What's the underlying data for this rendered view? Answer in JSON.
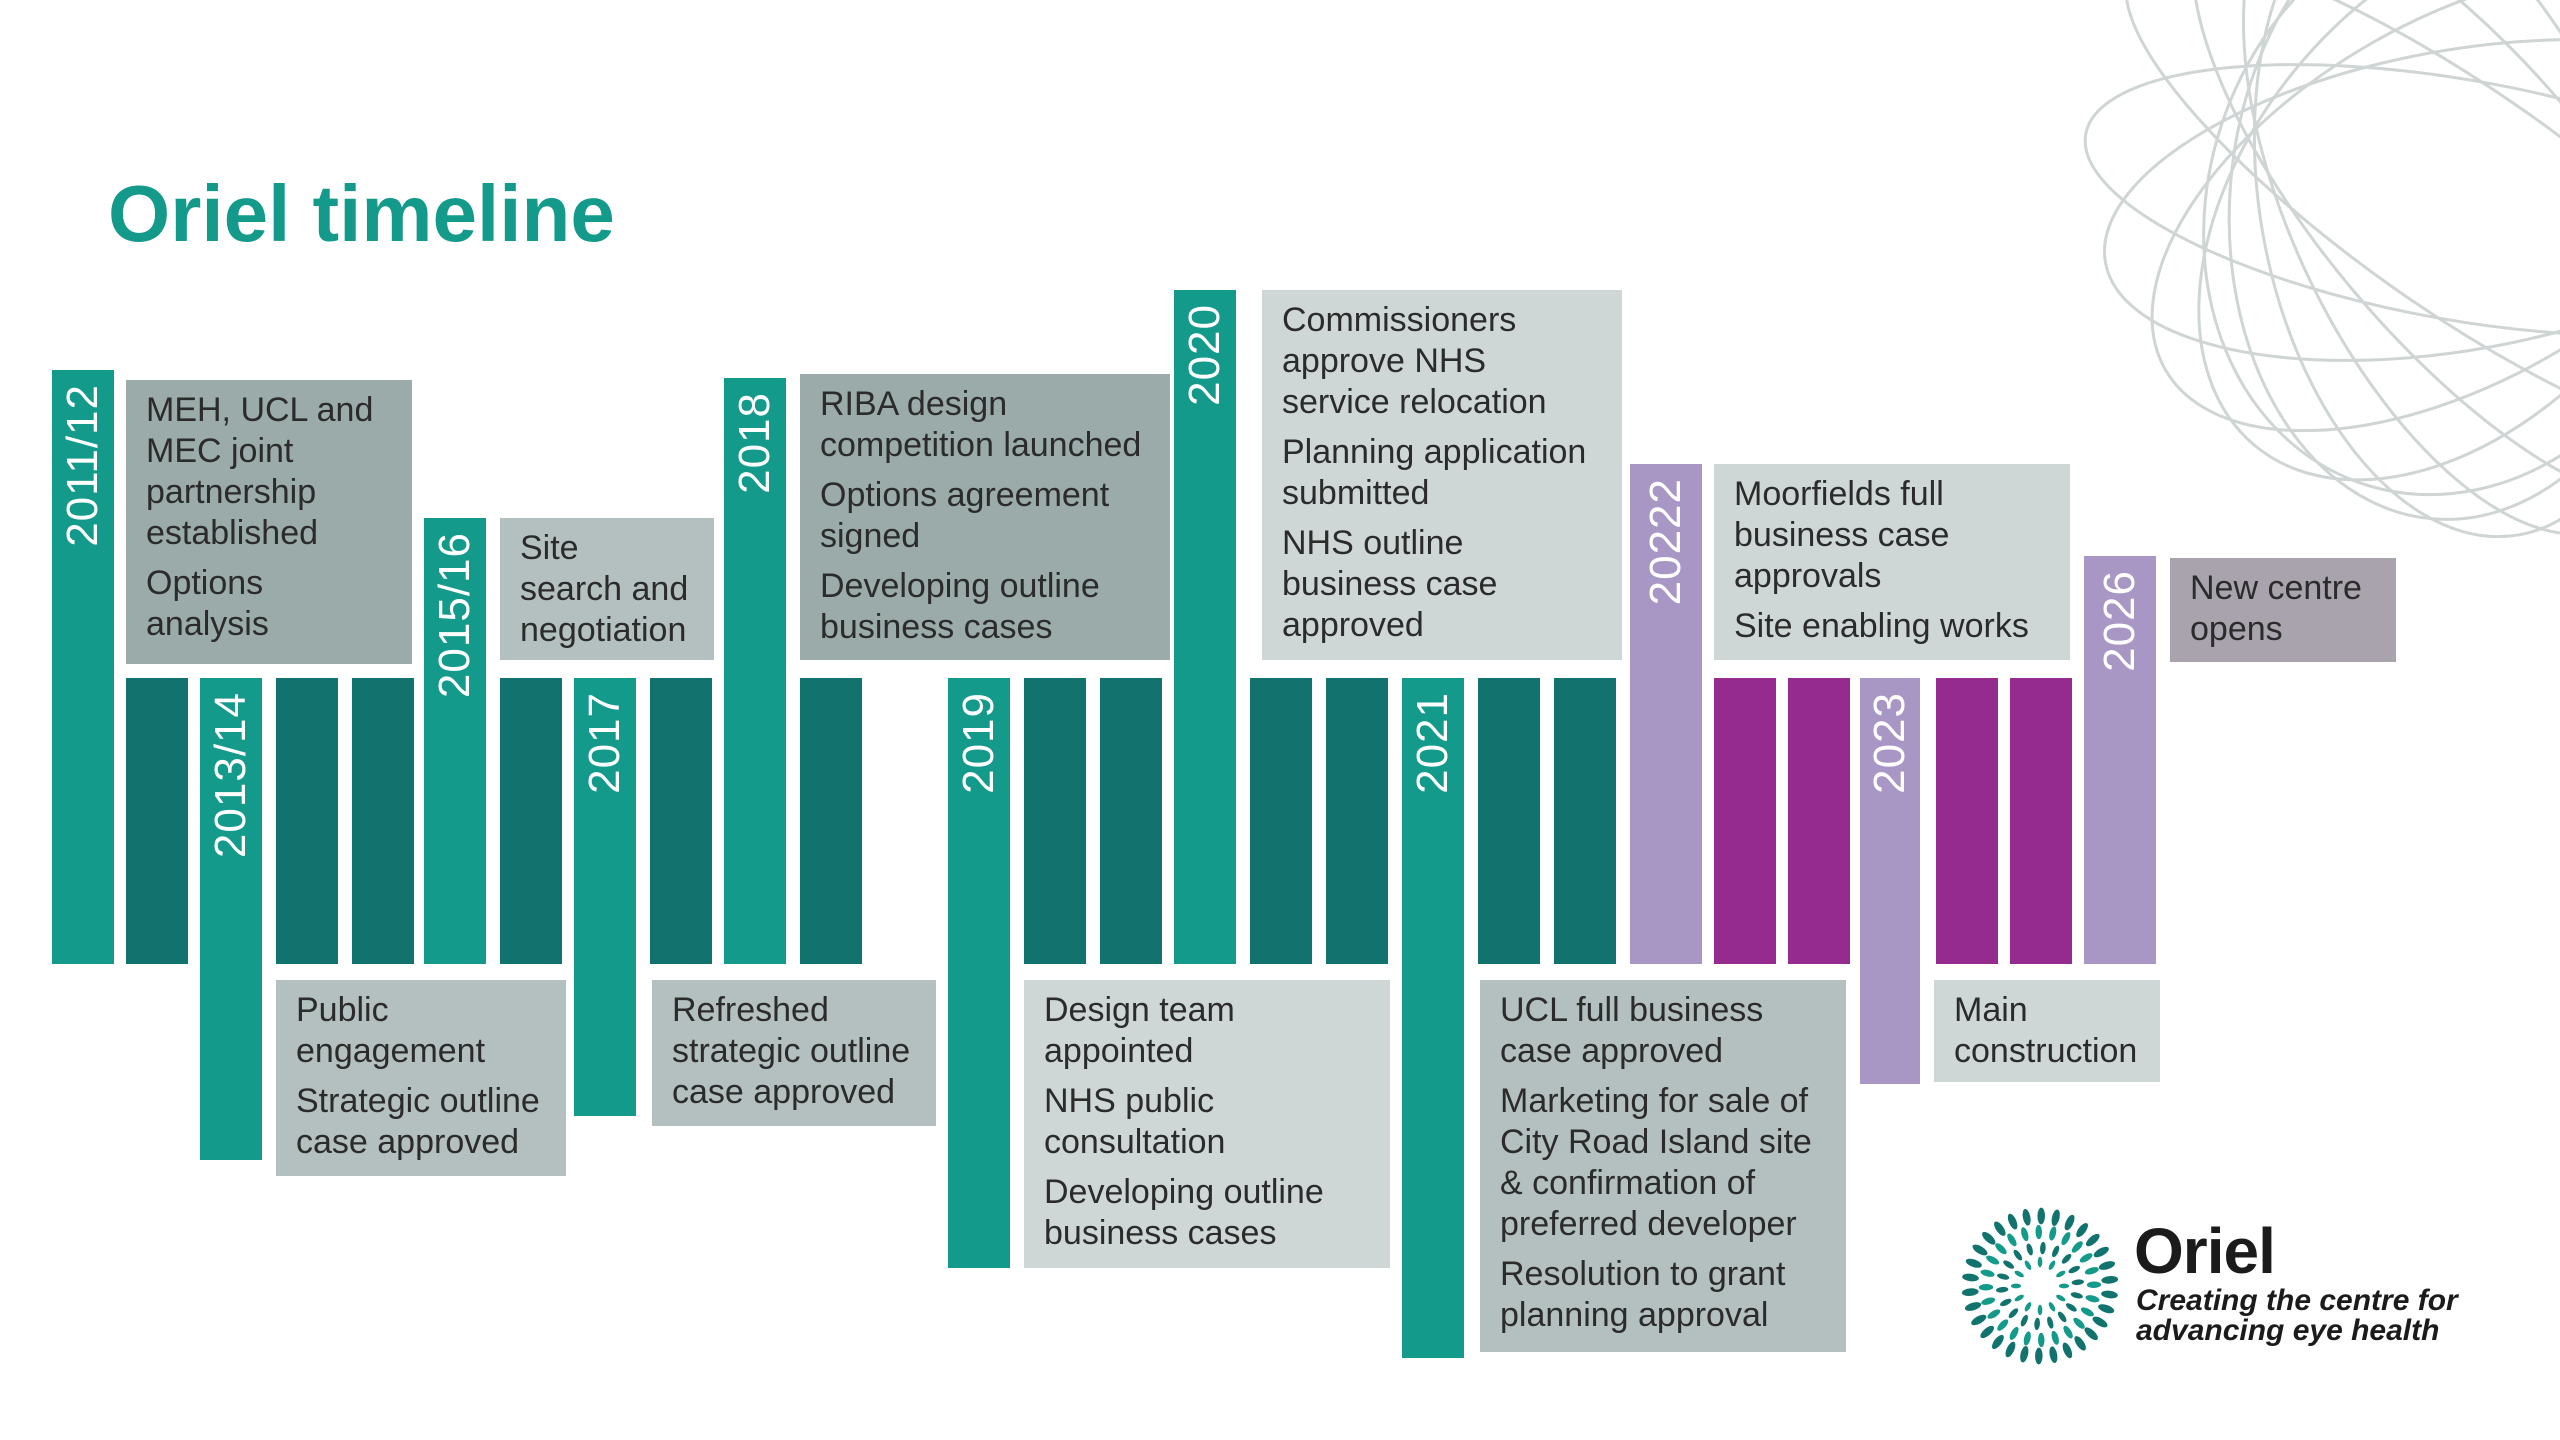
{
  "title": "Oriel timeline",
  "colors": {
    "teal_bright": "#139a8b",
    "teal_dark": "#12736e",
    "lilac": "#a896c5",
    "magenta": "#952b8e",
    "grey_dark": "#9aaba9",
    "grey_mid": "#b4c0bf",
    "grey_light": "#cfd7d6",
    "grey_purple": "#a8a3ad",
    "title": "#139a8b"
  },
  "years": [
    {
      "label": "2011/12",
      "type": "teal"
    },
    {
      "label": "2013/14",
      "type": "teal"
    },
    {
      "label": "2015/16",
      "type": "teal"
    },
    {
      "label": "2017",
      "type": "teal"
    },
    {
      "label": "2018",
      "type": "teal"
    },
    {
      "label": "2019",
      "type": "teal"
    },
    {
      "label": "2020",
      "type": "teal"
    },
    {
      "label": "2021",
      "type": "teal"
    },
    {
      "label": "20222",
      "type": "purple"
    },
    {
      "label": "2023",
      "type": "purple"
    },
    {
      "label": "2026",
      "type": "purple"
    }
  ],
  "milestones": [
    {
      "items": [
        {
          "lines": [
            "MEH, UCL and",
            "MEC joint",
            "partnership",
            "established"
          ]
        },
        {
          "lines": [
            "Options",
            "analysis"
          ]
        }
      ]
    },
    {
      "items": [
        {
          "lines": [
            "Public",
            "engagement"
          ]
        },
        {
          "lines": [
            "Strategic outline",
            "case approved"
          ]
        }
      ]
    },
    {
      "items": [
        {
          "lines": [
            "Site",
            "search and",
            "negotiation"
          ]
        }
      ]
    },
    {
      "items": [
        {
          "lines": [
            "Refreshed",
            "strategic outline",
            "case approved"
          ]
        }
      ]
    },
    {
      "items": [
        {
          "lines": [
            "RIBA design",
            "competition launched"
          ]
        },
        {
          "lines": [
            "Options agreement",
            "signed"
          ]
        },
        {
          "lines": [
            "Developing outline",
            "business cases"
          ]
        }
      ]
    },
    {
      "items": [
        {
          "lines": [
            "Design team",
            "appointed"
          ]
        },
        {
          "lines": [
            "NHS public",
            "consultation"
          ]
        },
        {
          "lines": [
            "Developing outline",
            "business cases"
          ]
        }
      ]
    },
    {
      "items": [
        {
          "lines": [
            "Commissioners",
            "approve NHS",
            "service relocation"
          ]
        },
        {
          "lines": [
            "Planning application",
            "submitted"
          ]
        },
        {
          "lines": [
            "NHS outline",
            "business case",
            "approved"
          ]
        }
      ]
    },
    {
      "items": [
        {
          "lines": [
            "UCL full business",
            "case approved"
          ]
        },
        {
          "lines": [
            "Marketing for sale of",
            "City Road Island site",
            "& confirmation of",
            "preferred developer"
          ]
        },
        {
          "lines": [
            "Resolution to grant",
            "planning approval"
          ]
        }
      ]
    },
    {
      "items": [
        {
          "lines": [
            "Moorfields full",
            "business case",
            "approvals"
          ]
        },
        {
          "lines": [
            "Site enabling works"
          ]
        }
      ]
    },
    {
      "items": [
        {
          "lines": [
            "Main",
            "construction"
          ]
        }
      ]
    },
    {
      "items": [
        {
          "lines": [
            "New centre",
            "opens"
          ]
        }
      ]
    }
  ],
  "brand": {
    "name": "Oriel",
    "tagline": [
      "Creating the centre for",
      "advancing eye health"
    ],
    "mark_icon": "oriel-sunburst-icon",
    "corner_icon": "wire-mesh-graphic-icon"
  }
}
